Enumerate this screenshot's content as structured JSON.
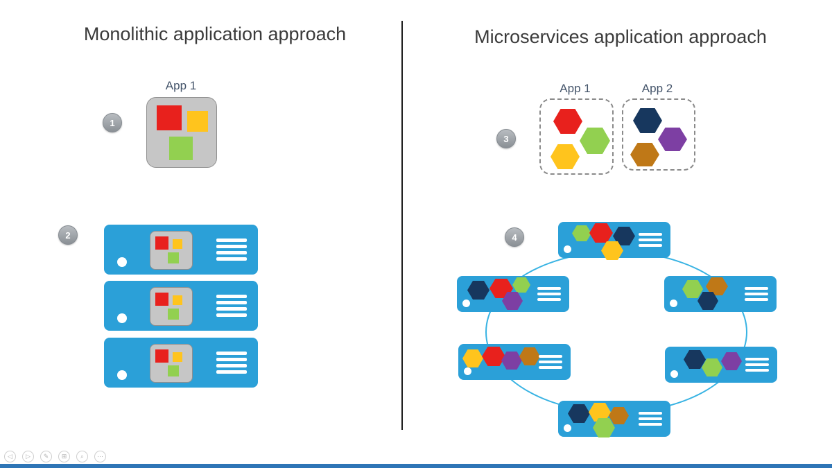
{
  "colors": {
    "server_blue": "#2ba0d8",
    "red": "#e8211d",
    "yellow": "#ffc41d",
    "green": "#92d050",
    "navy": "#17375e",
    "purple": "#7d3fa3",
    "brown": "#bf7817",
    "ring_blue": "#38b3e3",
    "bottom_bar": "#2e75b6",
    "badge_gray": "#9aa0a6",
    "module_gray": "#c6c6c6"
  },
  "left": {
    "title": "Monolithic application approach",
    "step1": {
      "badge": "1",
      "app": {
        "label": "App 1",
        "blocks": [
          "#e8211d",
          "#ffc41d",
          "#92d050"
        ]
      }
    },
    "step2": {
      "badge": "2"
    }
  },
  "right": {
    "title": "Microservices application approach",
    "step3": {
      "badge": "3",
      "apps": [
        {
          "label": "App 1",
          "hexes": [
            "#e8211d",
            "#92d050",
            "#ffc41d"
          ]
        },
        {
          "label": "App 2",
          "hexes": [
            "#17375e",
            "#7d3fa3",
            "#bf7817"
          ]
        }
      ]
    },
    "step4": {
      "badge": "4",
      "servers": [
        {
          "position": "top",
          "hexes": [
            "#92d050",
            "#e8211d",
            "#17375e",
            "#ffc41d"
          ]
        },
        {
          "position": "upper-left",
          "hexes": [
            "#17375e",
            "#e8211d",
            "#92d050",
            "#7d3fa3"
          ]
        },
        {
          "position": "upper-right",
          "hexes": [
            "#92d050",
            "#bf7817",
            "#17375e"
          ]
        },
        {
          "position": "lower-left",
          "hexes": [
            "#ffc41d",
            "#e8211d",
            "#7d3fa3",
            "#bf7817"
          ]
        },
        {
          "position": "lower-right",
          "hexes": [
            "#17375e",
            "#92d050",
            "#7d3fa3"
          ]
        },
        {
          "position": "bottom",
          "hexes": [
            "#17375e",
            "#ffc41d",
            "#bf7817",
            "#92d050"
          ]
        }
      ]
    }
  },
  "toolbar": {
    "buttons": [
      {
        "name": "previous-slide",
        "glyph": "◁"
      },
      {
        "name": "next-slide",
        "glyph": "▷"
      },
      {
        "name": "pen",
        "glyph": "✎"
      },
      {
        "name": "see-all-slides",
        "glyph": "⊞"
      },
      {
        "name": "zoom",
        "glyph": "⌕"
      },
      {
        "name": "more-options",
        "glyph": "⋯"
      }
    ]
  }
}
